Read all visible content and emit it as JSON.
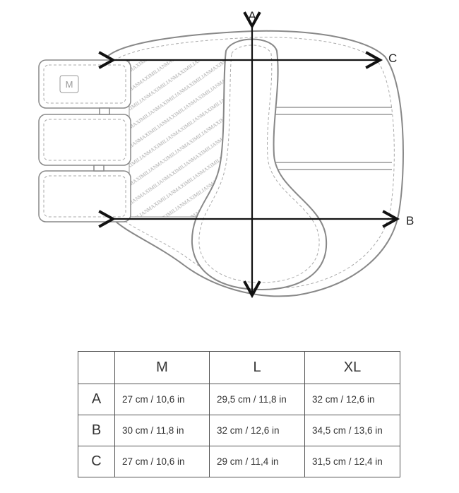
{
  "diagram": {
    "labels": {
      "a": "A",
      "b": "B",
      "c": "C"
    },
    "logo_text": "MAXIMILIAN",
    "logo_mark": "M"
  },
  "table": {
    "headers": [
      "",
      "M",
      "L",
      "XL"
    ],
    "rows": [
      {
        "label": "A",
        "values": [
          "27 cm / 10,6 in",
          "29,5 cm / 11,8 in",
          "32 cm / 12,6 in"
        ]
      },
      {
        "label": "B",
        "values": [
          "30 cm / 11,8 in",
          "32 cm / 12,6 in",
          "34,5 cm / 13,6 in"
        ]
      },
      {
        "label": "C",
        "values": [
          "27 cm / 10,6 in",
          "29 cm / 11,4 in",
          "31,5 cm / 12,4 in"
        ]
      }
    ]
  }
}
